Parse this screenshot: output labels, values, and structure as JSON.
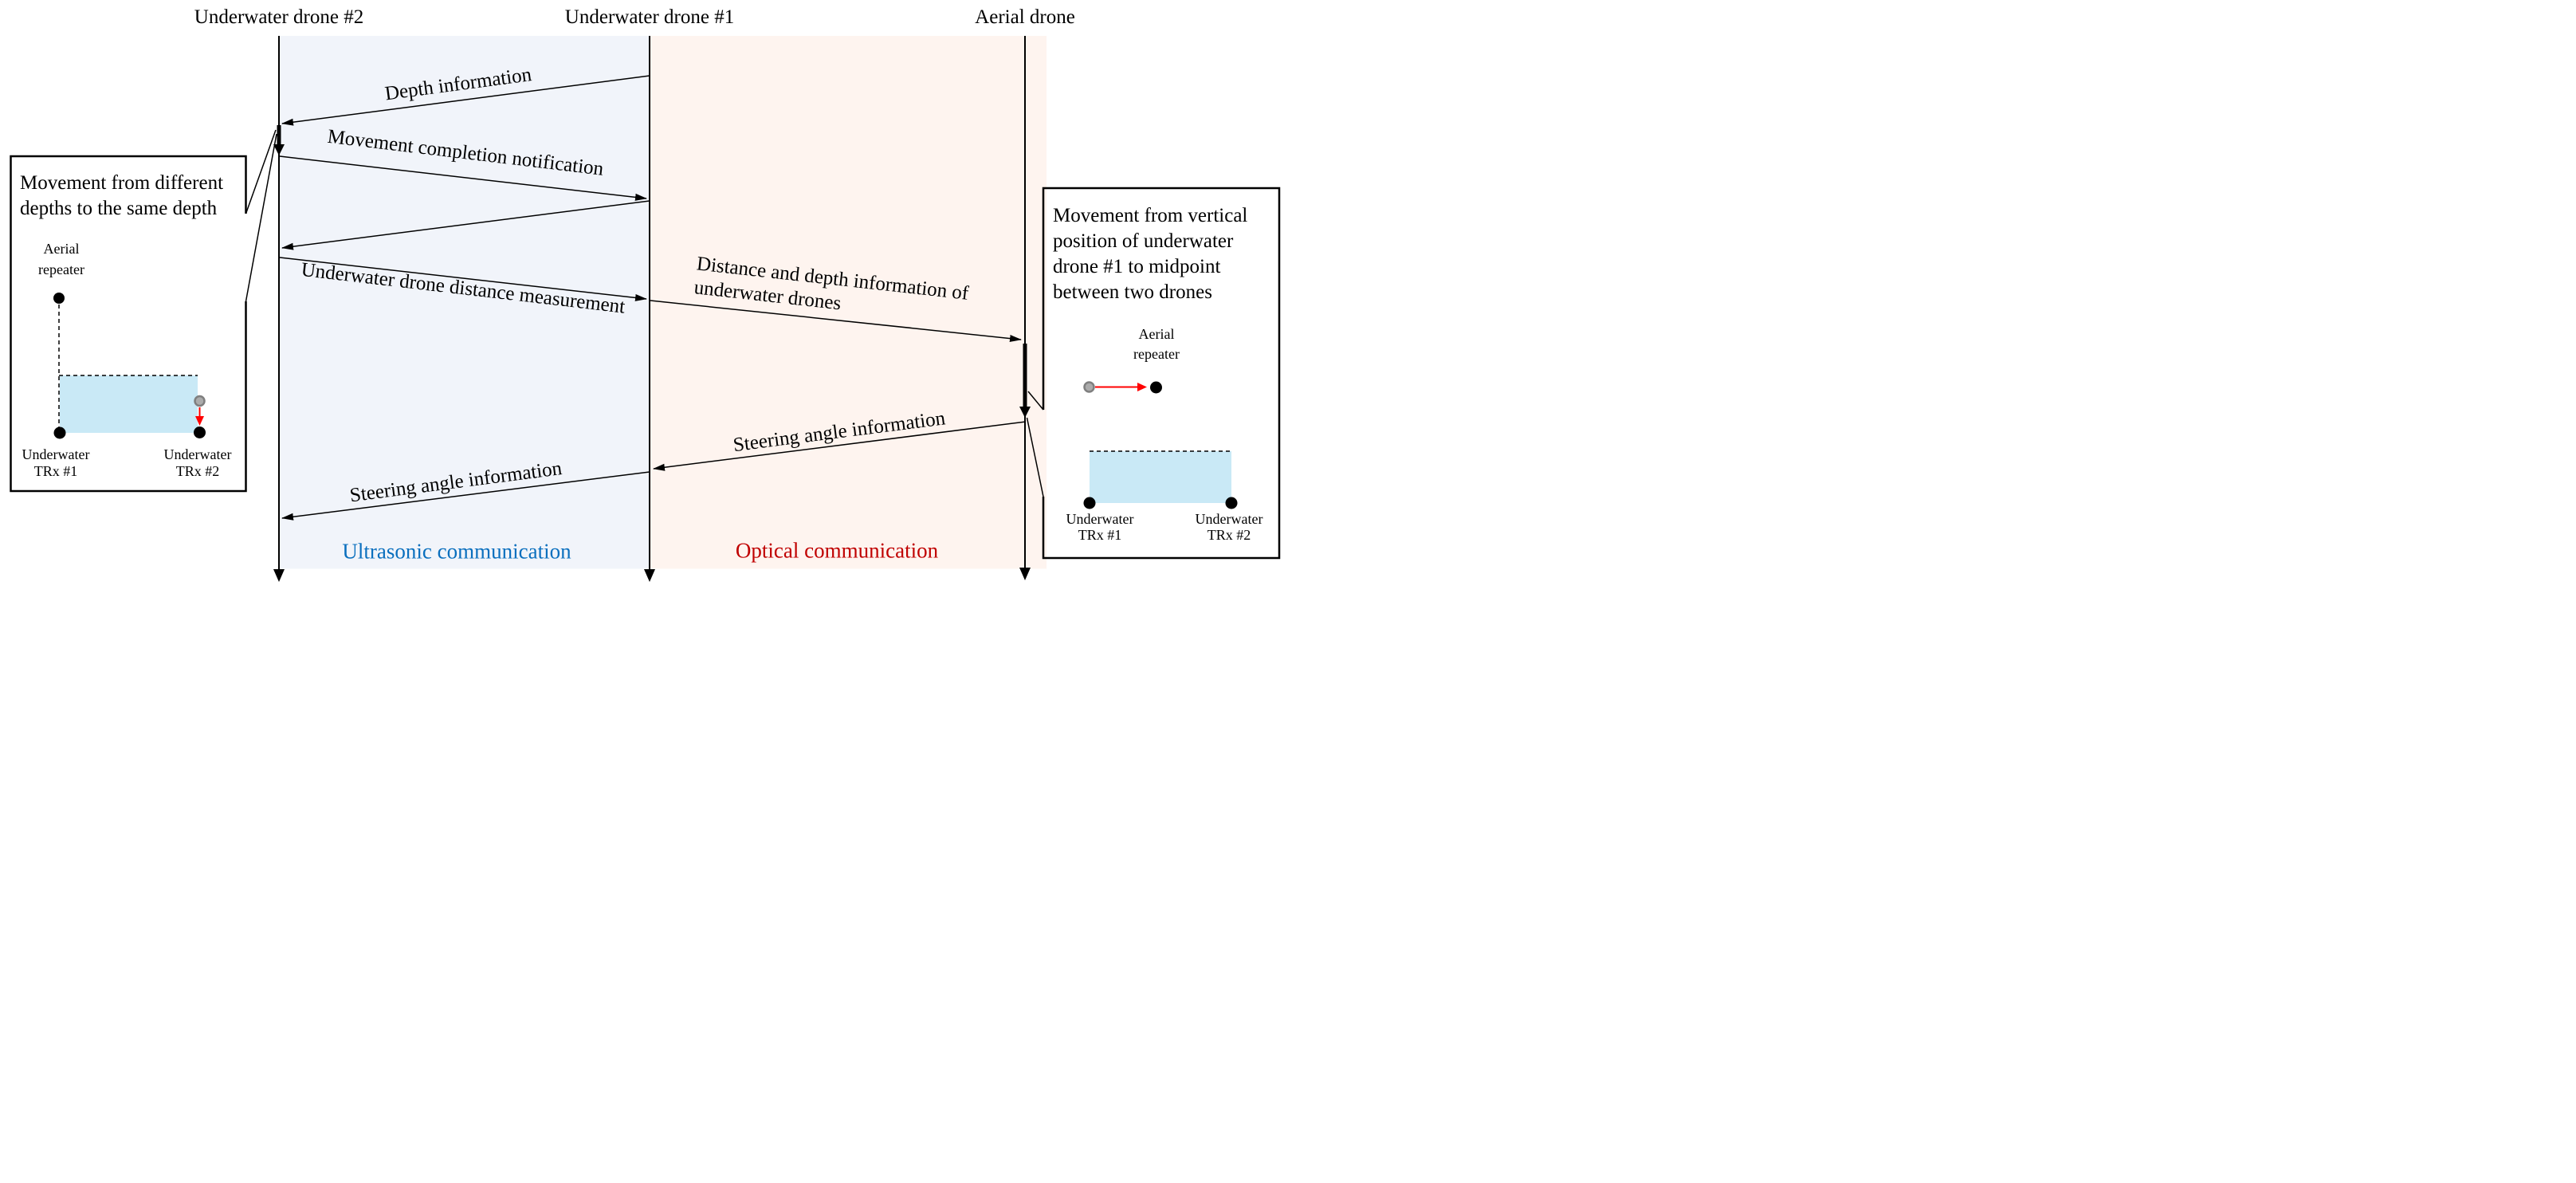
{
  "lifelines": [
    {
      "label": "Underwater drone #2"
    },
    {
      "label": "Underwater drone #1"
    },
    {
      "label": "Aerial drone"
    }
  ],
  "messages": {
    "depth": "Depth information",
    "movement": "Movement completion notification",
    "distance": "Underwater drone distance measurement",
    "dist_depth_line1": "Distance and depth information of",
    "dist_depth_line2": "underwater drones",
    "steer_optical": "Steering angle information",
    "steer_ultrasonic": "Steering angle information"
  },
  "zones": {
    "ultrasonic": "Ultrasonic communication",
    "optical": "Optical communication"
  },
  "left_callout": {
    "title_line1": "Movement from different",
    "title_line2": "depths to the same depth",
    "repeater": "Aerial repeater",
    "trx1": "Underwater TRx #1",
    "trx2": "Underwater TRx #2"
  },
  "right_callout": {
    "title_line1": "Movement from vertical",
    "title_line2": "position of underwater",
    "title_line3": "drone #1 to midpoint",
    "title_line4": "between two drones",
    "repeater": "Aerial repeater",
    "trx1": "Underwater TRx #1",
    "trx2": "Underwater TRx #2"
  },
  "colors": {
    "ultrasonic_zone": "#F1F4FA",
    "optical_zone": "#FEF4EF",
    "water": "#C9E9F6",
    "ultrasonic_text": "#0A6FBE",
    "optical_text": "#C00000",
    "arrow_red": "#FF0000"
  }
}
